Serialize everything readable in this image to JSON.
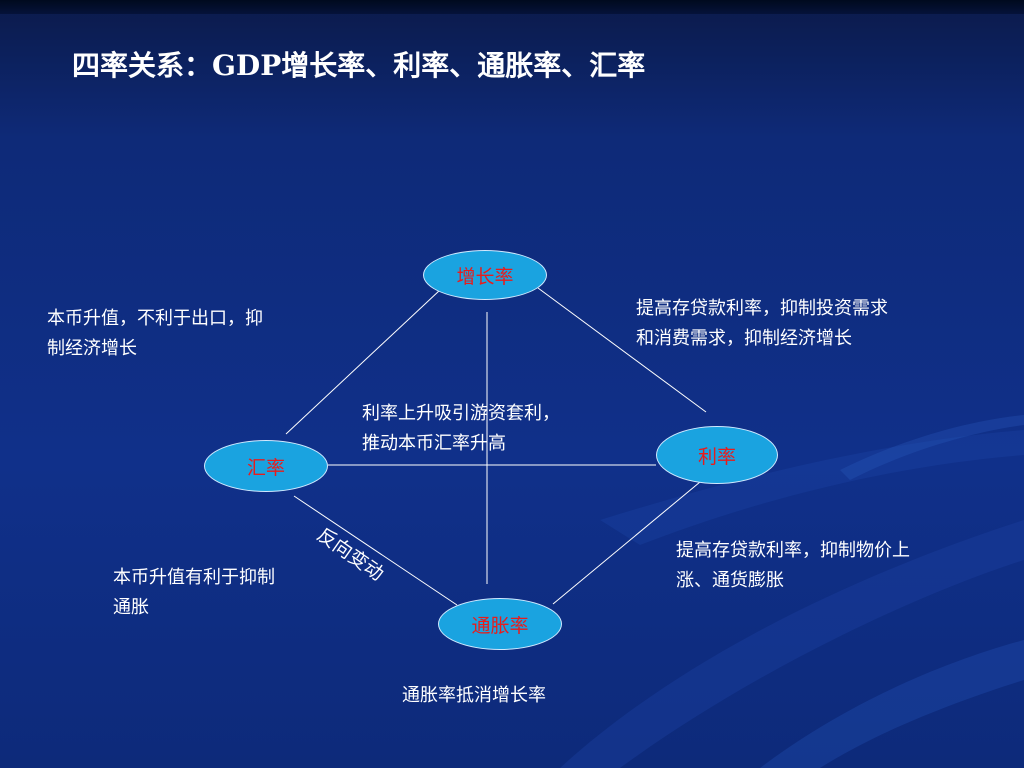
{
  "slide": {
    "title": "四率关系：GDP增长率、利率、通胀率、汇率"
  },
  "nodes": {
    "growth": "增长率",
    "exchange_rate": "汇率",
    "interest_rate": "利率",
    "inflation": "通胀率"
  },
  "notes": {
    "fx_growth": [
      "本币升值，不利于出口，抑",
      "制经济增长"
    ],
    "rate_growth": [
      "提高存贷款利率，抑制投资需求",
      "和消费需求，抑制经济增长"
    ],
    "rate_fx": [
      "利率上升吸引游资套利，",
      "推动本币汇率升高"
    ],
    "fx_inflation_relation": "反向变动",
    "rate_inflation": [
      "提高存贷款利率，抑制物价上",
      "涨、通货膨胀"
    ],
    "fx_inflation": [
      "本币升值有利于抑制",
      "通胀"
    ],
    "inflation_growth": "通胀率抵消增长率"
  },
  "colors": {
    "background": "#10308a",
    "node_fill": "#1aa3e0",
    "node_text": "#e81c1c",
    "text": "#ffffff",
    "connector": "#ffffff"
  }
}
